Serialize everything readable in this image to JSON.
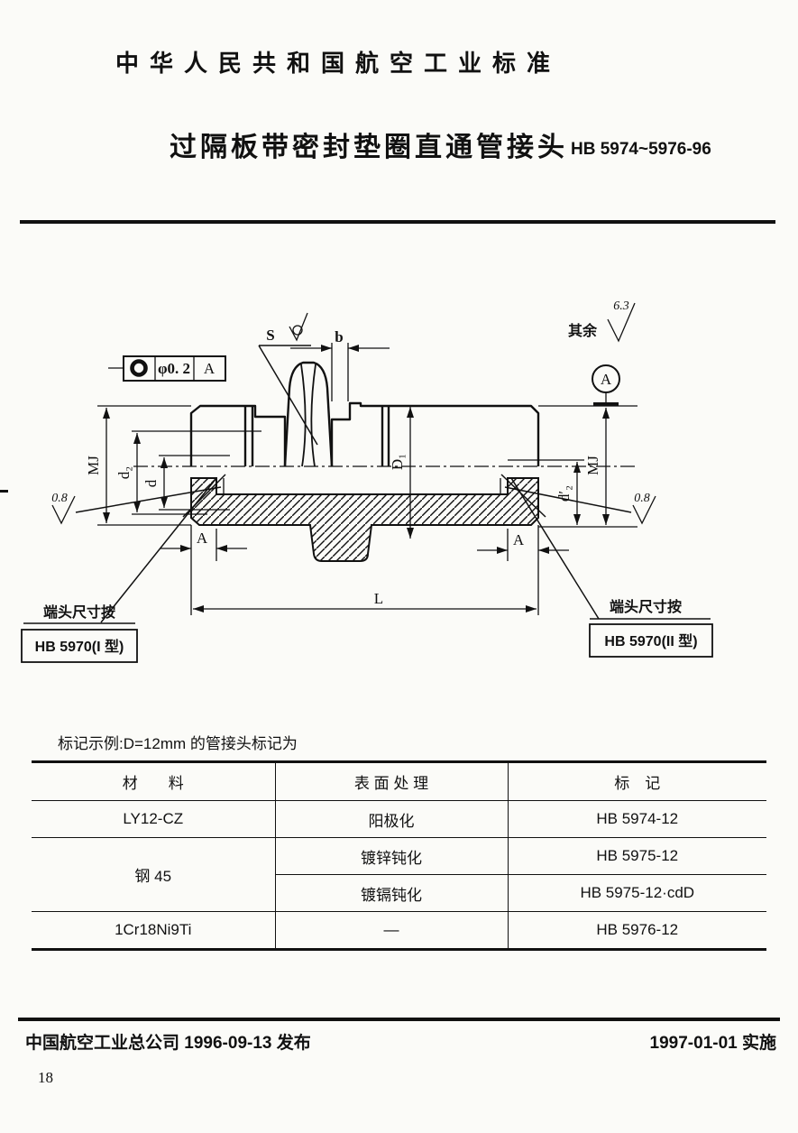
{
  "header": {
    "title": "中华人民共和国航空工业标准",
    "subtitle": "过隔板带密封垫圈直通管接头",
    "standard_no": "HB 5974~5976-96"
  },
  "drawing": {
    "surface_rest_prefix": "其余",
    "surface_rest_value": "6.3",
    "surface_mark_s": "S",
    "surface_rough_left": "0.8",
    "surface_rough_right": "0.8",
    "datum_flag": "A",
    "tolerance_frame": {
      "symbol_name": "concentricity-symbol",
      "value": "φ0. 2",
      "datum": "A"
    },
    "dims": {
      "b": "b",
      "mj_left": "MJ",
      "d2_left": "d₂",
      "d_left": "d",
      "D1": "D₁",
      "d2_right": "d′₂",
      "mj_right": "MJ",
      "a_left": "A",
      "a_right": "A",
      "L": "L"
    },
    "callout_left": {
      "line1": "端头尺寸按",
      "line2": "HB 5970(I 型)"
    },
    "callout_right": {
      "line1": "端头尺寸按",
      "line2": "HB 5970(II 型)"
    }
  },
  "example": {
    "text": "标记示例:D=12mm 的管接头标记为"
  },
  "table": {
    "headers": [
      "材　　料",
      "表 面 处 理",
      "标　记"
    ],
    "rows": [
      {
        "material": "LY12-CZ",
        "surface": "阳极化",
        "marking": "HB 5974-12"
      },
      {
        "material": "钢 45",
        "surface": "镀锌钝化",
        "marking": "HB 5975-12"
      },
      {
        "material": "",
        "surface": "镀镉钝化",
        "marking": "HB 5975-12·cdD"
      },
      {
        "material": "1Cr18Ni9Ti",
        "surface": "—",
        "marking": "HB 5976-12"
      }
    ]
  },
  "footer": {
    "left": "中国航空工业总公司 1996-09-13 发布",
    "right": "1997-01-01 实施",
    "page_number": "18"
  }
}
